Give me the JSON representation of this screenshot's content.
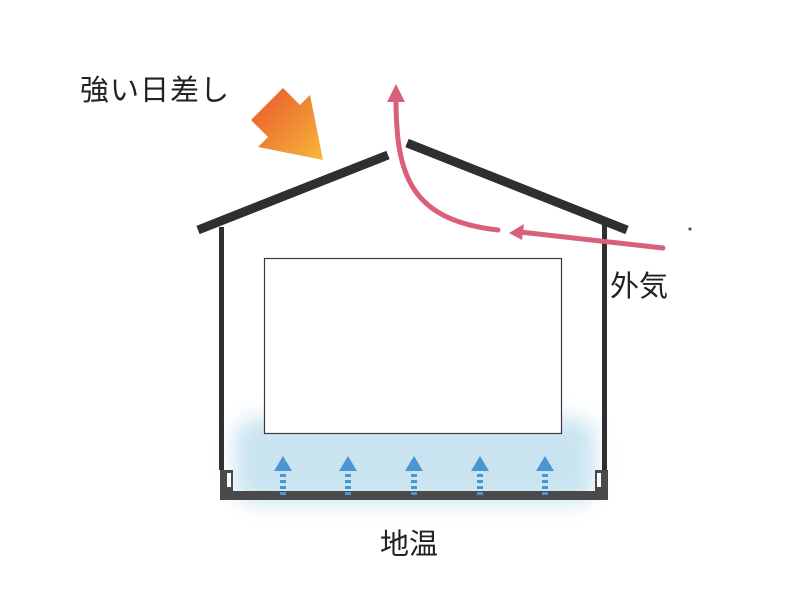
{
  "labels": {
    "strong_sunlight": "強い日差し",
    "outside_air": "外気",
    "ground_temperature": "地温"
  },
  "colors": {
    "structure": "#2f2f2f",
    "outside_air_arrow": "#d9607a",
    "ground_heat_arrow": "#4a95d3",
    "ground_heat_glow": "#b3d8ea",
    "sun_arrow_start": "#e8542a",
    "sun_arrow_end": "#f7b83c",
    "text": "#222222"
  },
  "icons": {
    "sun_arrow": "diagonal-down-arrow-icon",
    "airflow_arrow": "curved-up-arrow-icon",
    "ground_heat_arrows": "dotted-up-arrow-icon"
  },
  "ground_heat_arrow_count": 5
}
